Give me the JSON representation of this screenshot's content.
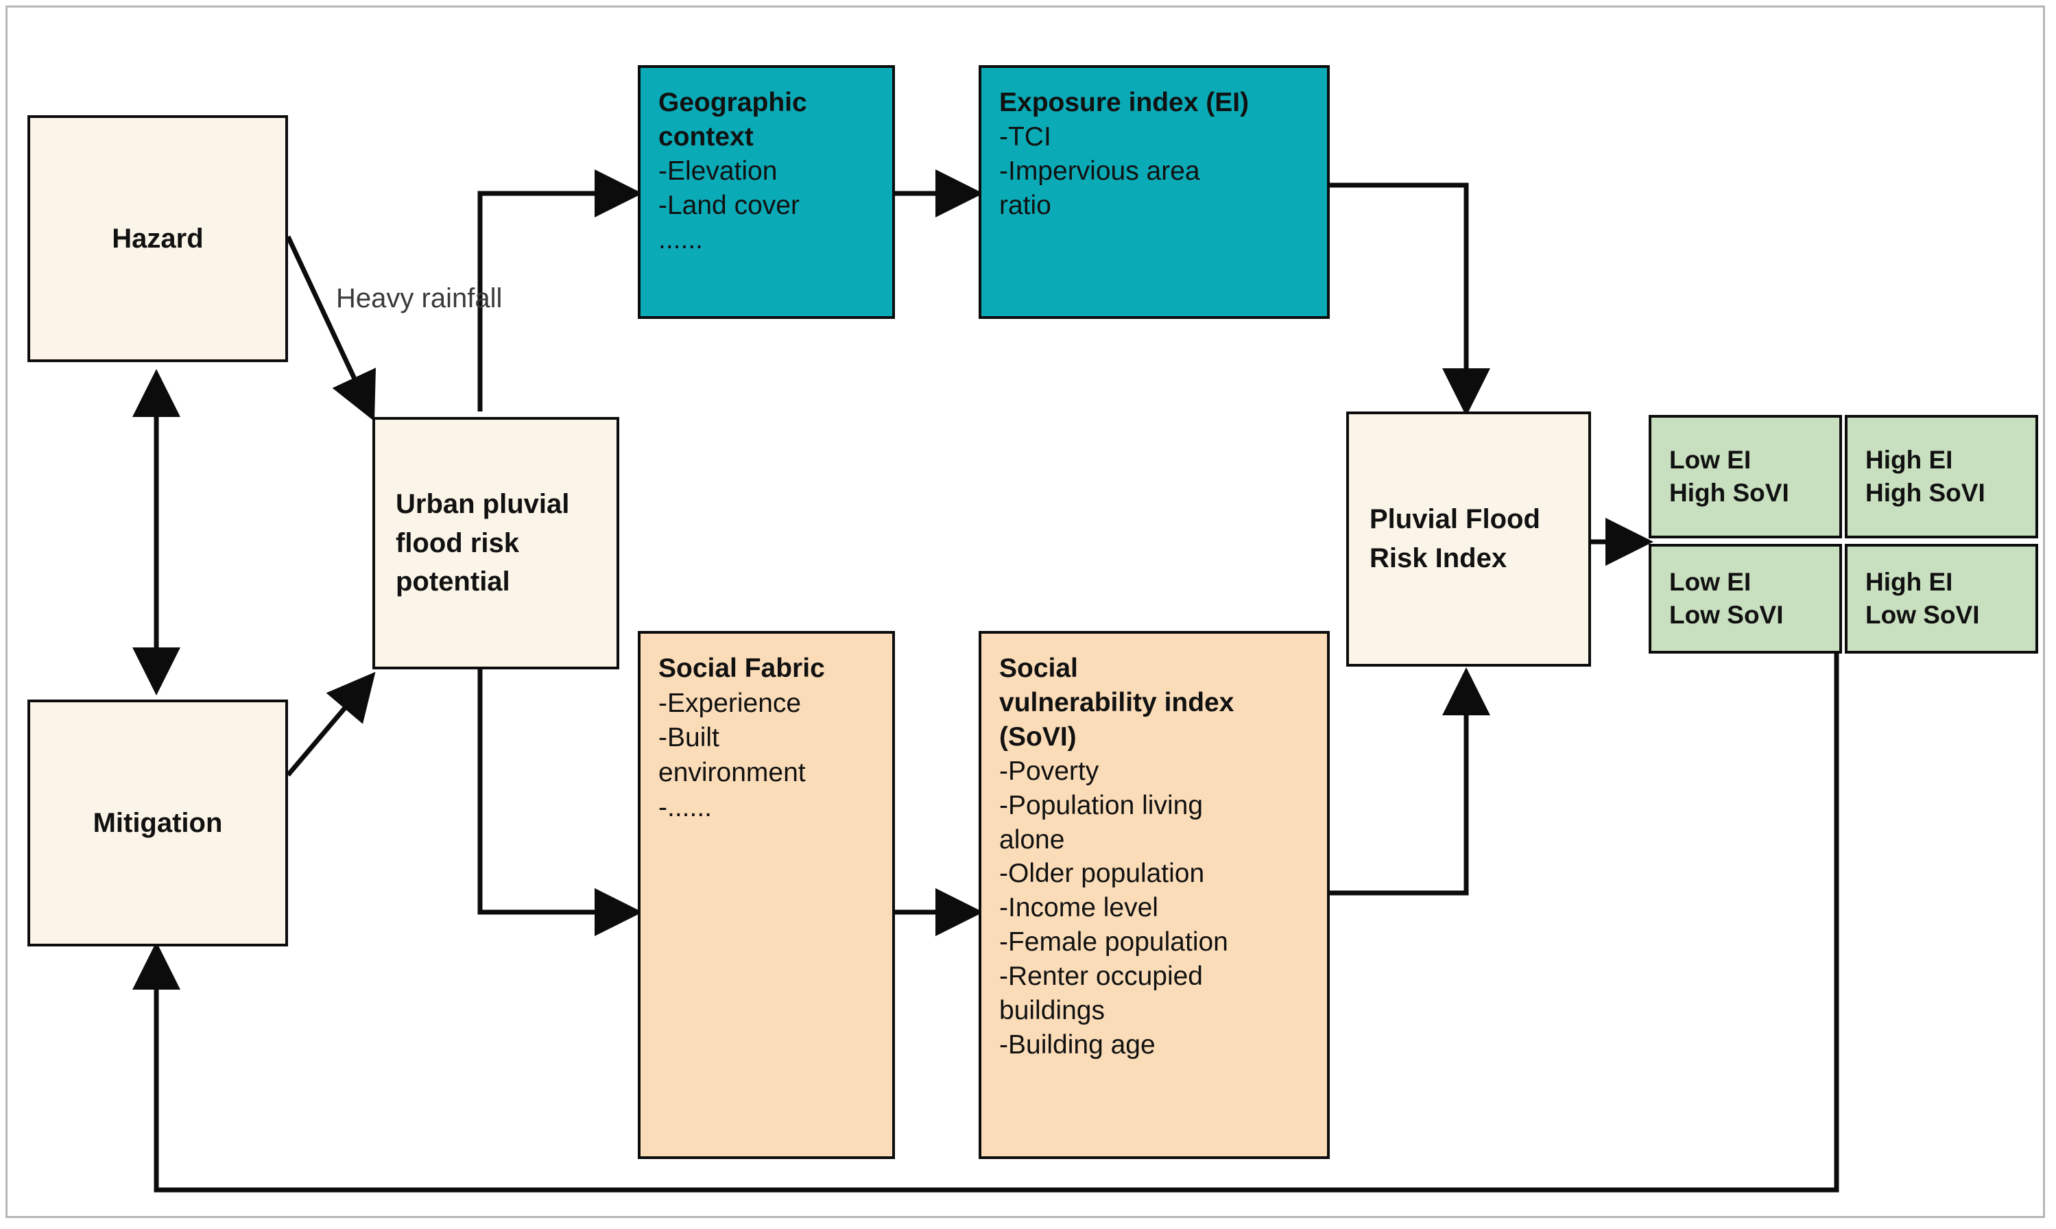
{
  "diagram": {
    "title": "Urban pluvial flood risk conceptual framework",
    "colors": {
      "cream": "#fbf4e8",
      "teal": "#0aaab7",
      "orange": "#fbdcb8",
      "green": "#c9e0c0",
      "stroke": "#0c0c0c",
      "frame": "#b7b7b7",
      "label_text": "#3a3a3a"
    },
    "nodes": {
      "hazard": {
        "label": "Hazard"
      },
      "mitigation": {
        "label": "Mitigation"
      },
      "urban_potential": {
        "line1": "Urban pluvial",
        "line2": "flood risk",
        "line3": "potential"
      },
      "geographic_context": {
        "title_line1": "Geographic",
        "title_line2": "context",
        "items": [
          "-Elevation",
          "-Land cover",
          "......"
        ]
      },
      "exposure_index": {
        "title": "Exposure index (EI)",
        "items": [
          "-TCI",
          "-Impervious area",
          "ratio"
        ]
      },
      "social_fabric": {
        "title": "Social Fabric",
        "items": [
          "-Experience",
          "-Built",
          "environment",
          "-......"
        ]
      },
      "social_vulnerability_index": {
        "title_line1": "Social",
        "title_line2": "vulnerability index",
        "title_line3": "(SoVI)",
        "items": [
          "-Poverty",
          "-Population living",
          "alone",
          "-Older population",
          "-Income level",
          "-Female population",
          "-Renter occupied",
          "buildings",
          "-Building age"
        ]
      },
      "pluvial_flood_risk_index": {
        "line1": "Pluvial Flood",
        "line2": "Risk Index"
      },
      "matrix": {
        "cells": [
          {
            "line1": "Low EI",
            "line2": "High SoVI"
          },
          {
            "line1": "High EI",
            "line2": "High SoVI"
          },
          {
            "line1": "Low EI",
            "line2": "Low SoVI"
          },
          {
            "line1": "High EI",
            "line2": "Low SoVI"
          }
        ]
      }
    },
    "edges": {
      "heavy_rainfall": {
        "line1": "Heavy",
        "line2": "rainfall"
      }
    }
  }
}
